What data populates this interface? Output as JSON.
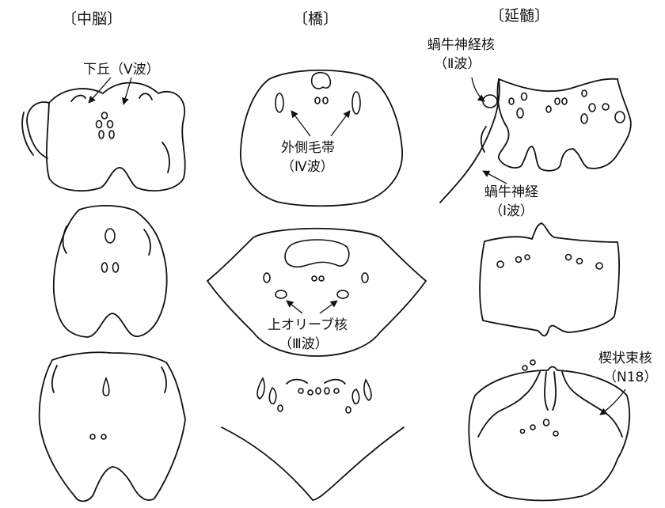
{
  "columns": {
    "midbrain": "〔中脳〕",
    "pons": "〔橋〕",
    "medulla": "〔延髄〕"
  },
  "labels": {
    "inferior_colliculus": "下丘（Ⅴ波）",
    "lateral_lemniscus_1": "外側毛帯",
    "lateral_lemniscus_2": "（Ⅳ波）",
    "superior_olive_1": "上オリーブ核",
    "superior_olive_2": "（Ⅲ波）",
    "cochlear_nucleus_1": "蝸牛神経核",
    "cochlear_nucleus_2": "（Ⅱ波）",
    "cochlear_nerve_1": "蝸牛神経",
    "cochlear_nerve_2": "（Ⅰ波）",
    "cuneate_nucleus_1": "楔状束核",
    "cuneate_nucleus_2": "（N18）"
  }
}
